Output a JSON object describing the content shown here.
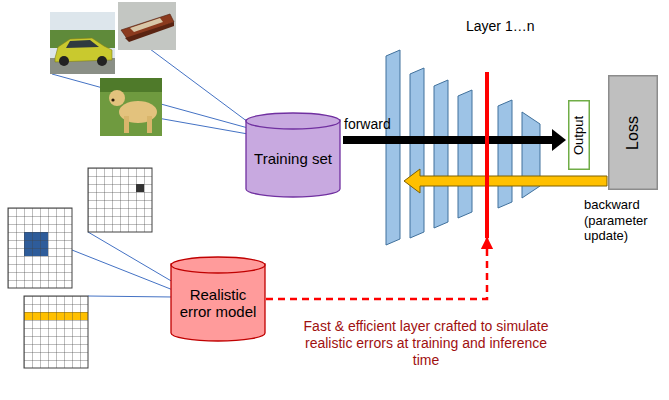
{
  "diagram": {
    "nodes": [
      {
        "text": [
          "Training set"
        ]
      },
      {
        "text": [
          "Realistic error model"
        ]
      },
      {
        "text": [
          "Layer 1…n"
        ]
      },
      {
        "text": [
          "Output"
        ]
      },
      {
        "text": [
          "Loss"
        ]
      }
    ],
    "edges": [
      {
        "from": 1,
        "to": 2,
        "arrow": "to"
      }
    ],
    "labels": [
      "forward",
      "backward (parameter update)",
      "Fast & efficient layer crafted to simulate realistic errors at training and inference time"
    ]
  }
}
